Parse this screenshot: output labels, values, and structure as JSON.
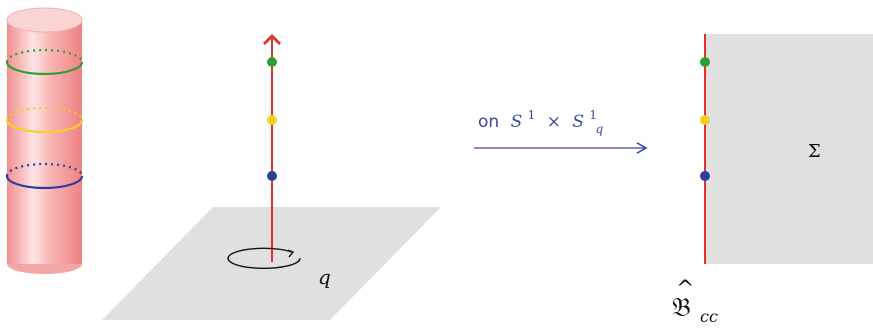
{
  "colors": {
    "line_red": "#e0312b",
    "dot_green": "#2ea02e",
    "dot_yellow": "#f2d21e",
    "dot_blue": "#2b3ea0",
    "plane_gray": "#e0e0e0",
    "arrow_blue": "#3c46a8",
    "cylinder_pink": "#f4a6a6",
    "text_black": "#111111"
  },
  "labels": {
    "rotation_q": "q",
    "arrow_on": "on",
    "arrow_s": "S",
    "arrow_sup1": "1",
    "arrow_times": "×",
    "arrow_s2": "S",
    "arrow_sup2": "1",
    "arrow_sub_q": "q",
    "sigma": "Σ",
    "boundary_letter": "𝔅",
    "boundary_hat": "^",
    "boundary_sub": "cc"
  },
  "icons": {
    "rotation": "circular-arrow-icon"
  }
}
